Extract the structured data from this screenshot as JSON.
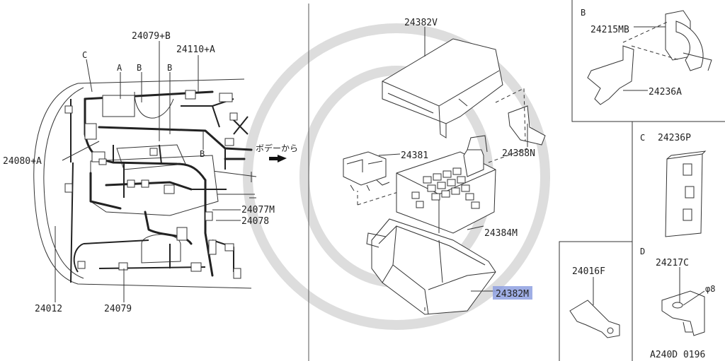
{
  "harness": {
    "callouts": [
      "24079+B",
      "24110+A",
      "24080+A",
      "24077M",
      "24078",
      "24012",
      "24079"
    ],
    "letters": {
      "c": "C",
      "a": "A",
      "b1": "B",
      "b2": "B",
      "b3": "B"
    },
    "body_note": "ボデーから"
  },
  "relay_box": {
    "callouts": [
      "24382V",
      "24381",
      "24388N",
      "24384M",
      "24382M"
    ]
  },
  "detail_b": {
    "letter": "B",
    "callouts": [
      "24215MB",
      "24236A"
    ]
  },
  "detail_c": {
    "letter": "C",
    "callouts": [
      "24236P"
    ]
  },
  "detail_d": {
    "letter": "D",
    "callouts": [
      "24217C",
      "φ8"
    ]
  },
  "detail_loose": {
    "callouts": [
      "24016F"
    ]
  },
  "diagram_code": "A240D 0196"
}
